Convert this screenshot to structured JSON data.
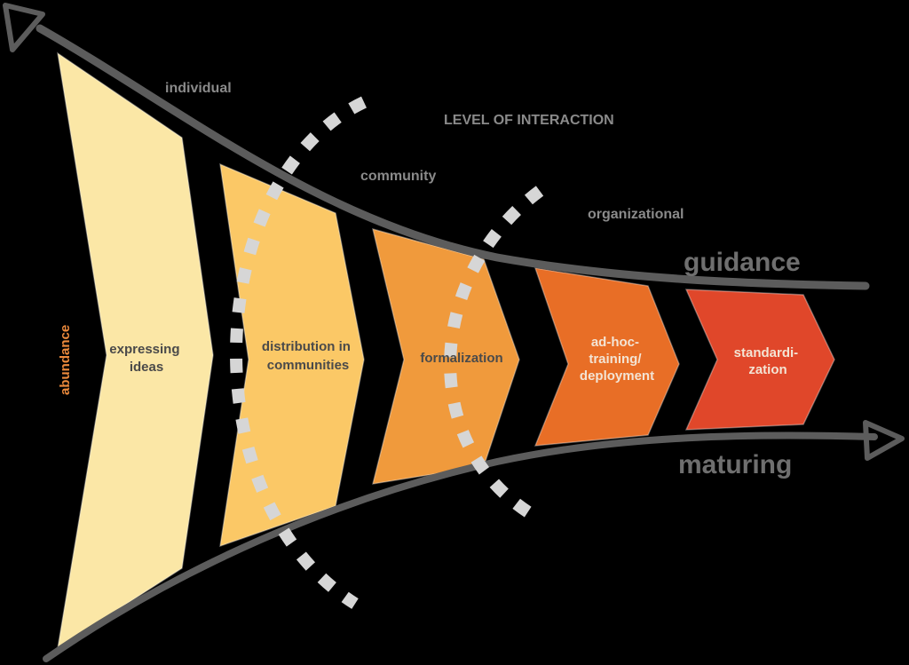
{
  "labels": {
    "individual": "individual",
    "level_of_interaction": "LEVEL OF INTERACTION",
    "community": "community",
    "organizational": "organizational",
    "guidance": "guidance",
    "maturing": "maturing",
    "side": "abundance"
  },
  "stages": [
    {
      "lines": [
        "expressing",
        "ideas"
      ],
      "fill": "#fbe7a6"
    },
    {
      "lines": [
        "distribution in",
        "communities"
      ],
      "fill": "#fbc866"
    },
    {
      "lines": [
        "formalization"
      ],
      "fill": "#f09a3c"
    },
    {
      "lines": [
        "ad-hoc-",
        "training/",
        "deployment"
      ],
      "fill": "#e86e26"
    },
    {
      "lines": [
        "standardi-",
        "zation"
      ],
      "fill": "#e0472a"
    }
  ],
  "colors": {
    "curve": "#5c5c5c",
    "dashed_arc": "#d6d6d6",
    "background": "#000000"
  }
}
